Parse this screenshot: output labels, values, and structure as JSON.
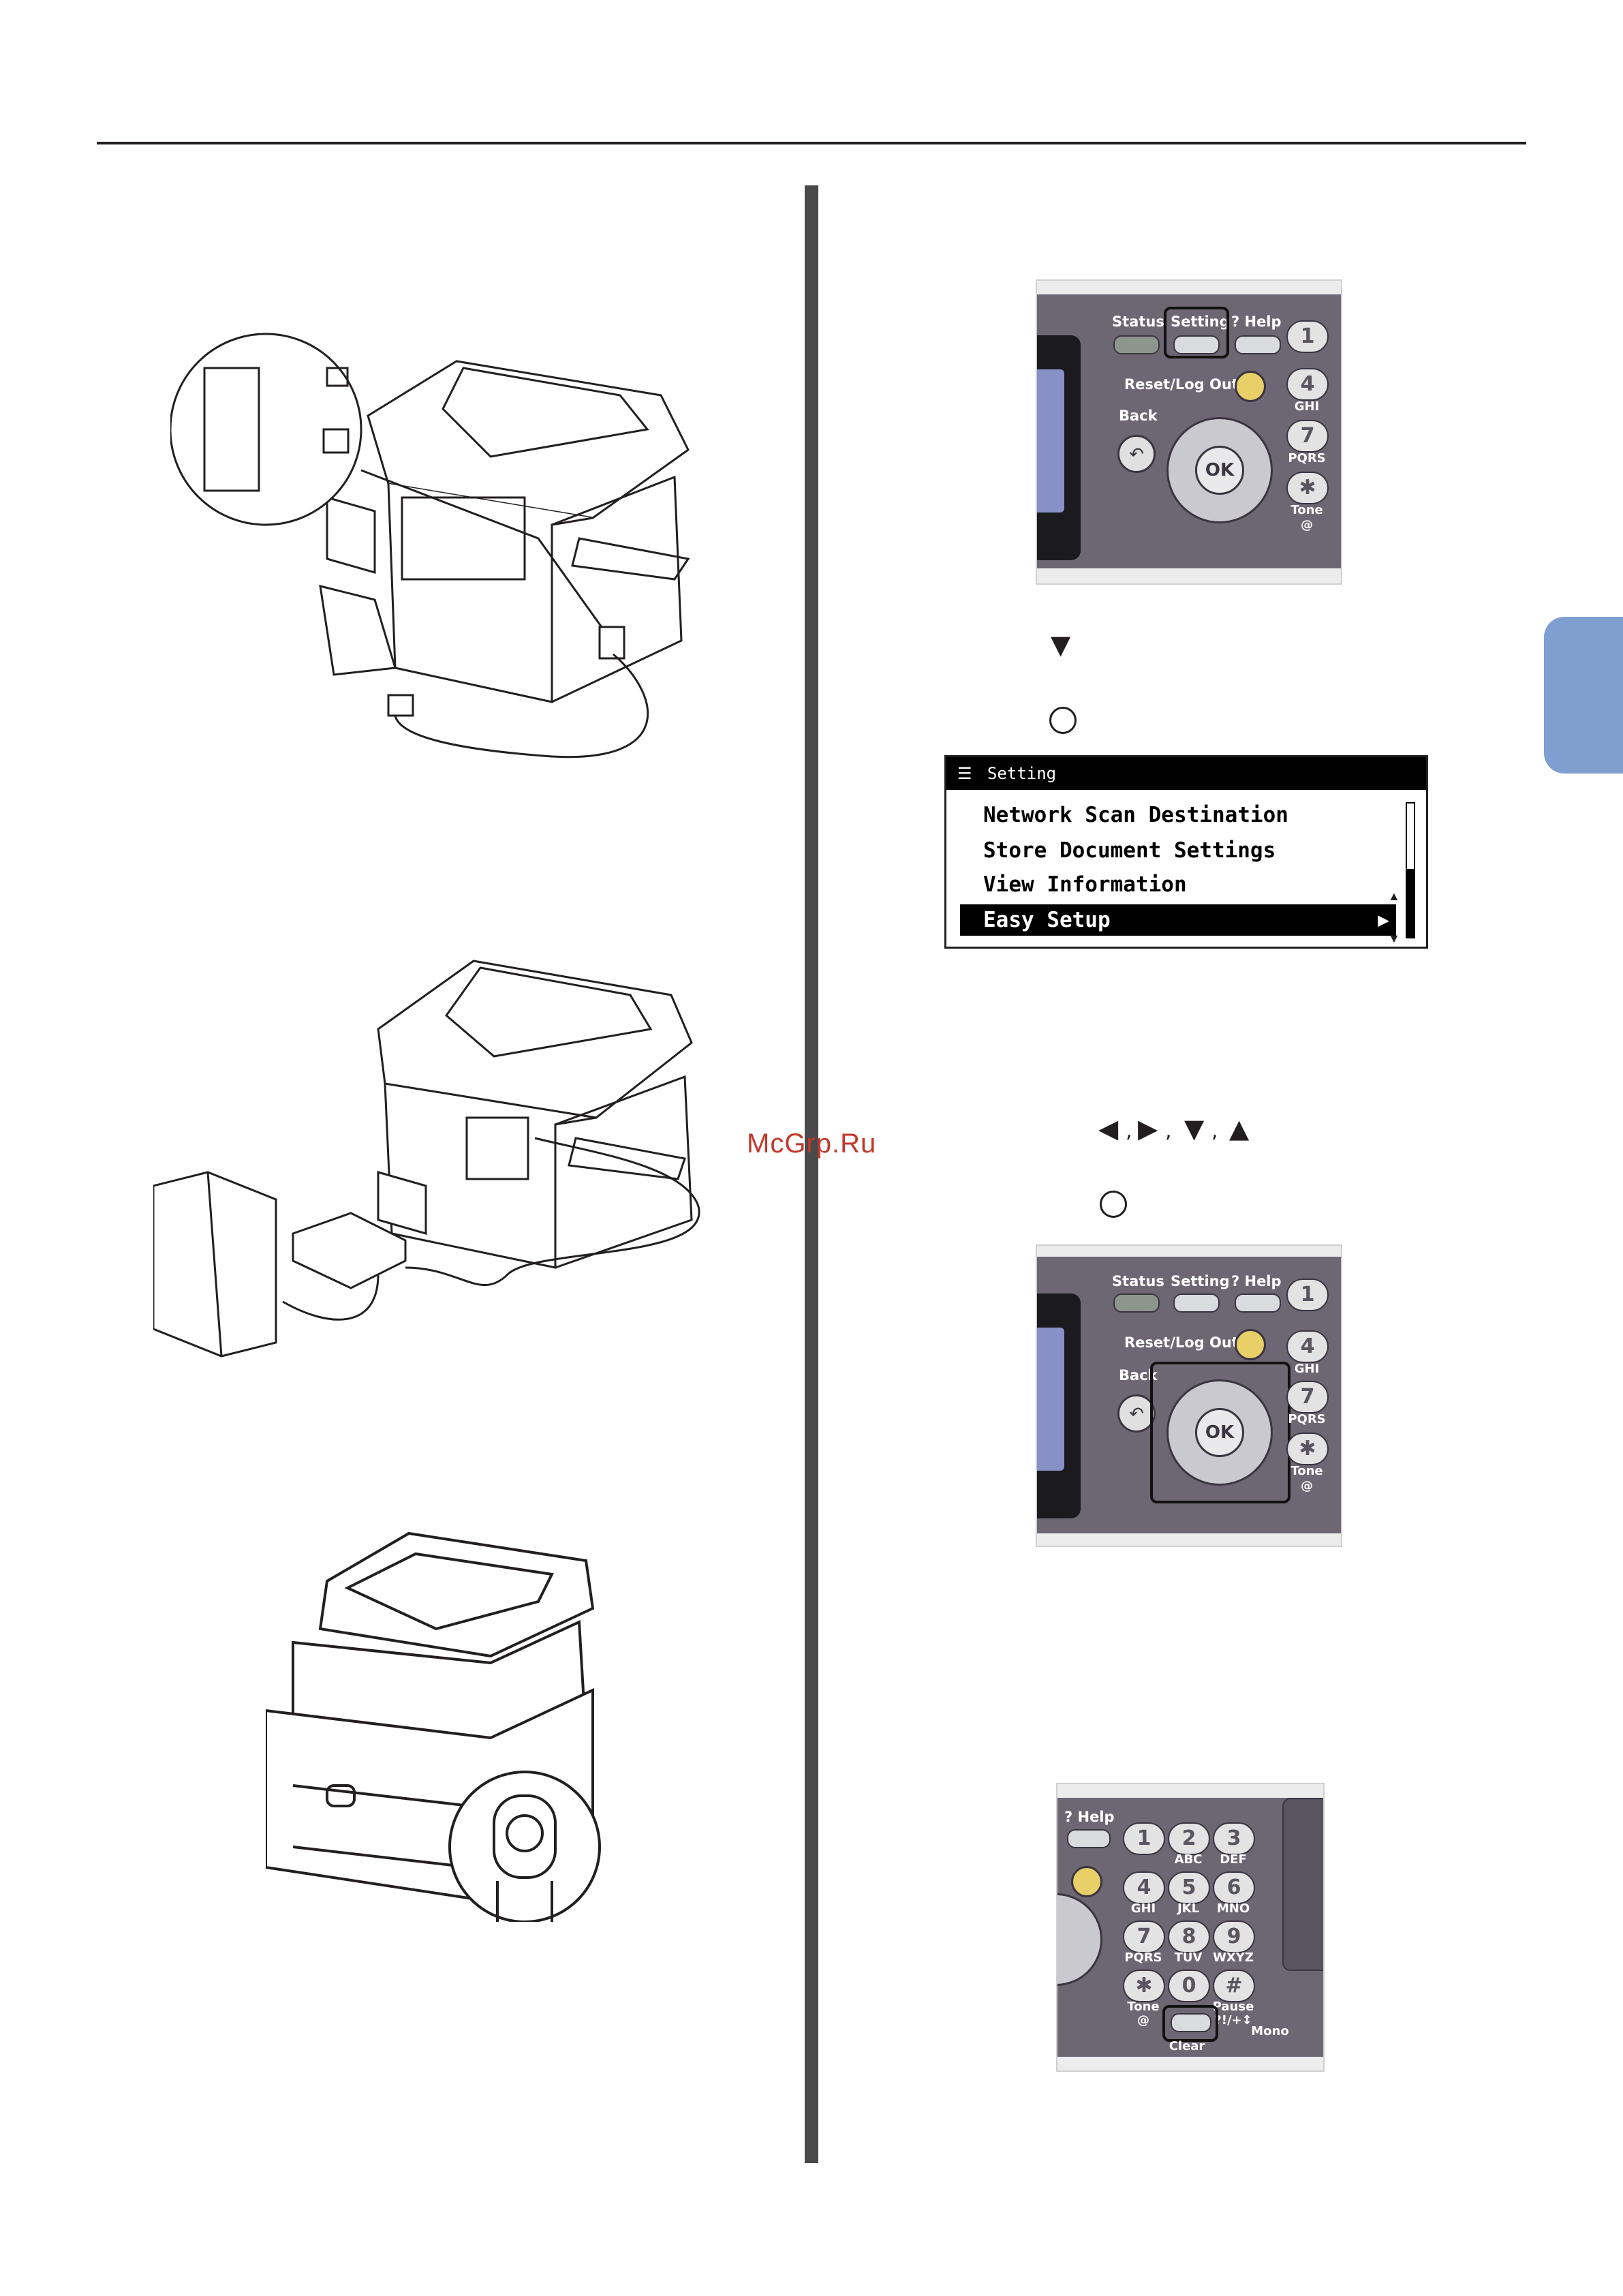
{
  "watermark": "McGrp.Ru",
  "icons": {
    "down_arrow": "▼",
    "left_arrow": "◀",
    "right_arrow": "▶",
    "up_arrow": "▲",
    "comma": ",",
    "ok_circle": "ok-button-icon"
  },
  "panel_top": {
    "status": "Status",
    "setting": "Setting",
    "help": "? Help",
    "reset": "Reset/Log Out",
    "back": "Back",
    "ok": "OK",
    "key1": "1",
    "key4": "4",
    "key4_sub": "GHI",
    "key7": "7",
    "key7_sub": "PQRS",
    "keystar": "✱",
    "keystar_sub": "Tone",
    "keystar_sub2": "@"
  },
  "settings_screen": {
    "title": "Setting",
    "items": [
      {
        "label": "Network Scan Destination"
      },
      {
        "label": "Store Document Settings"
      },
      {
        "label": "View Information"
      },
      {
        "label": "Easy Setup",
        "selected": true
      }
    ],
    "selected_arrow": "▶"
  },
  "keypad_panel": {
    "help": "? Help",
    "k1": "1",
    "k2": "2",
    "k2s": "ABC",
    "k3": "3",
    "k3s": "DEF",
    "k4": "4",
    "k4s": "GHI",
    "k5": "5",
    "k5s": "JKL",
    "k6": "6",
    "k6s": "MNO",
    "k7": "7",
    "k7s": "PQRS",
    "k8": "8",
    "k8s": "TUV",
    "k9": "9",
    "k9s": "WXYZ",
    "kstar": "✱",
    "kstars": "Tone",
    "kstars2": "@",
    "k0": "0",
    "khash": "#",
    "khashs": "Pause",
    "khashs2": "?!/+↕",
    "clear": "Clear",
    "mono": "Mono"
  }
}
